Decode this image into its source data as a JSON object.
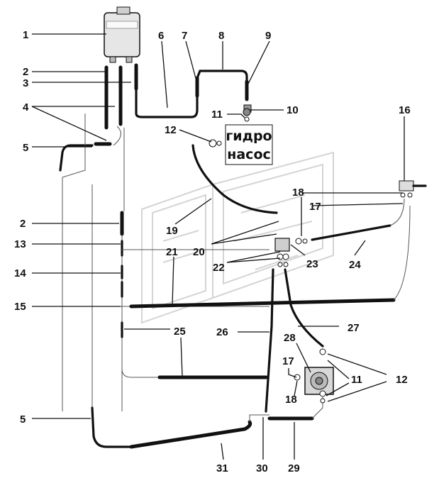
{
  "pump_label": {
    "line1": "гидро",
    "line2": "насос"
  },
  "callouts": [
    "1",
    "2",
    "3",
    "4",
    "5",
    "6",
    "7",
    "8",
    "9",
    "10",
    "11",
    "12",
    "2",
    "13",
    "14",
    "15",
    "16",
    "17",
    "18",
    "19",
    "20",
    "21",
    "22",
    "23",
    "24",
    "25",
    "26",
    "27",
    "28",
    "11",
    "12",
    "17",
    "18",
    "29",
    "30",
    "31",
    "5"
  ]
}
